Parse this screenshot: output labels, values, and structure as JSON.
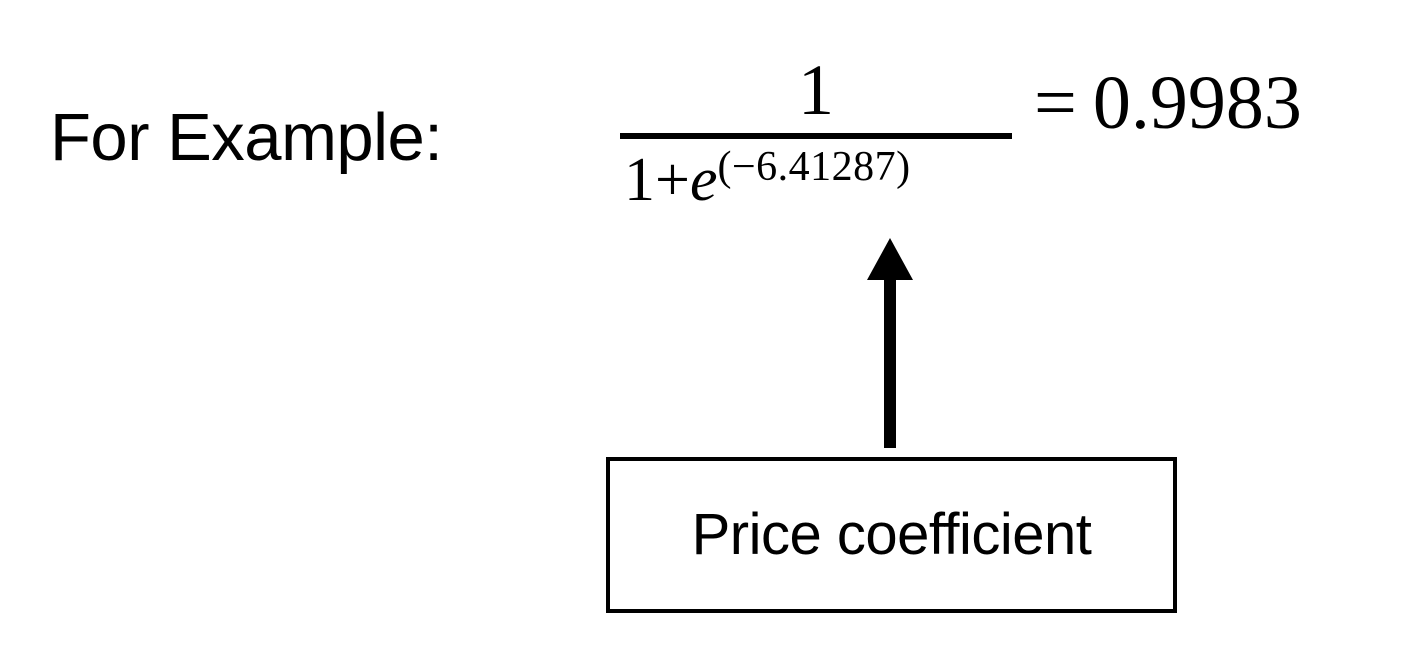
{
  "page": {
    "background_color": "#ffffff",
    "ink_color": "#000000"
  },
  "intro": {
    "label": "For Example:"
  },
  "equation": {
    "numerator": "1",
    "denominator_prefix": "1+",
    "denominator_base": "e",
    "denominator_exponent": "(−6.41287)",
    "equals": "=",
    "result": "0.9983",
    "full_text": "1 / (1+e^(−6.41287)) = 0.9983"
  },
  "callout": {
    "label": "Price coefficient",
    "arrow_direction": "up",
    "arrow_target": "denominator_exponent",
    "border_color": "#000000",
    "fill_color": "#ffffff"
  }
}
